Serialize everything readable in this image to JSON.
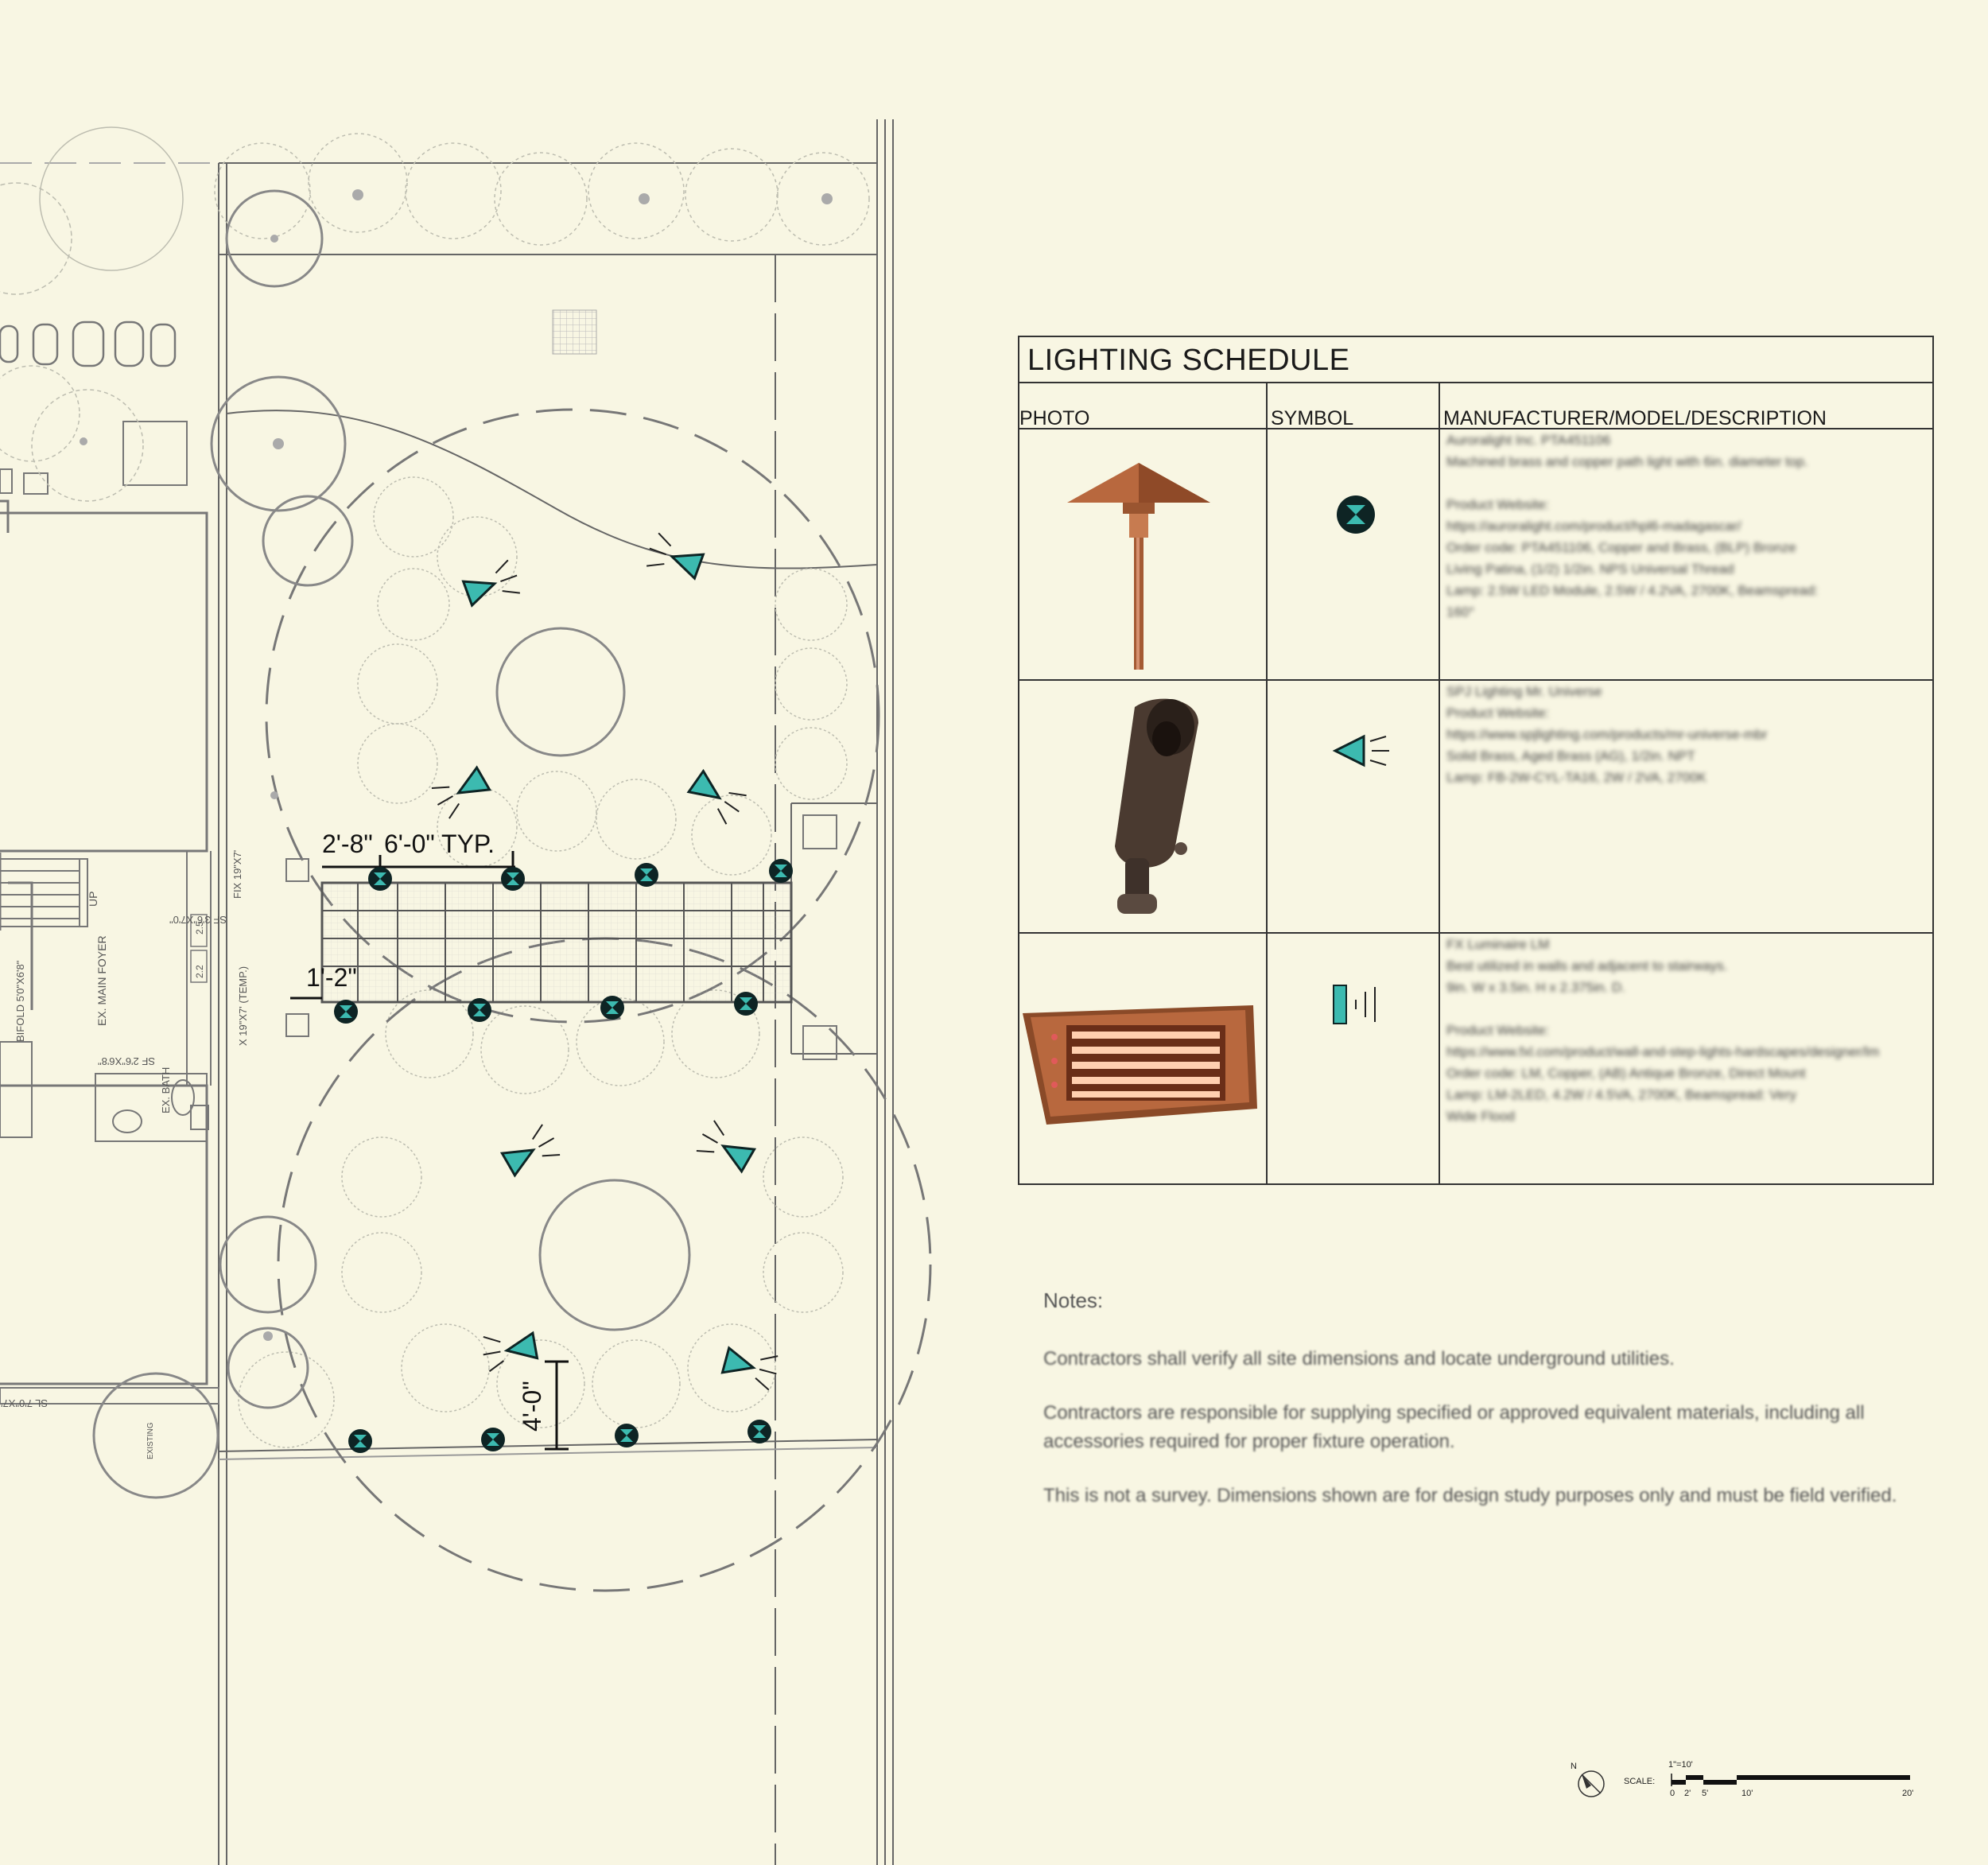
{
  "plan": {
    "dimensions": {
      "d1": "2'-8\"",
      "d2": "6'-0\" TYP.",
      "d3": "1'-2\"",
      "d4": "4'-0\""
    },
    "labels": {
      "up": "UP",
      "main_foyer": "EX. MAIN FOYER",
      "bifold": "BIFOLD 5'0\"X6'8\"",
      "fix": "FIX 19\"X7'",
      "sf1": "SF 3'6\"X7'0\"",
      "sf2": "SF 2'6\"X6'8\"",
      "temp": "X 19\"X7' (TEMP.)",
      "ex_bath": "EX. BATH",
      "sl": "SL 7'0\"X7'",
      "existing": "EXISTING",
      "n22": "2.2",
      "n25": "2.5"
    }
  },
  "schedule": {
    "title": "LIGHTING SCHEDULE",
    "headers": {
      "photo": "PHOTO",
      "symbol": "SYMBOL",
      "desc": "MANUFACTURER/MODEL/DESCRIPTION"
    },
    "rows": [
      {
        "photo_icon": "copper-path-light-icon",
        "symbol_icon": "path-light-symbol-icon",
        "description": "Auroralight Inc. PTA451106\nMachined brass and copper path light with 6in. diameter top.\n\nProduct Website:\nhttps://auroralight.com/product/hpl6-madagascar/\nOrder code: PTA451106, Copper and Brass, (BLP) Bronze\nLiving Patina, (1/2) 1/2in. NPS Universal Thread\nLamp: 2.5W LED Module, 2.5W / 4.2VA, 2700K, Beamspread:\n160°"
      },
      {
        "photo_icon": "bronze-spotlight-icon",
        "symbol_icon": "spotlight-symbol-icon",
        "description": "SPJ Lighting Mr. Universe\nProduct Website:\nhttps://www.spjlighting.com/products/mr-universe-mbr\nSolid Brass, Aged Brass (AG), 1/2in. NPT\nLamp: FB-2W-CYL-TA16, 2W / 2VA, 2700K"
      },
      {
        "photo_icon": "copper-step-light-icon",
        "symbol_icon": "step-light-symbol-icon",
        "description": "FX Luminaire LM\nBest utilized in walls and adjacent to stairways.\n9in. W x 3.5in. H x 2.375in. D.\n\nProduct Website:\nhttps://www.fxl.com/product/wall-and-step-lights-hardscapes/designer/lm\nOrder code: LM, Copper, (AB) Antique Bronze, Direct Mount\nLamp: LM-2LED, 4.2W / 4.5VA, 2700K, Beamspread: Very\nWide Flood"
      }
    ]
  },
  "notes": {
    "title": "Notes:",
    "items": [
      "Contractors shall verify all site dimensions and locate underground utilities.",
      "Contractors are responsible for supplying specified or approved equivalent materials, including all accessories required for proper fixture operation.",
      "This is not a survey. Dimensions shown are for design study purposes only and must be field verified."
    ]
  },
  "scale": {
    "north": "N",
    "label": "SCALE:",
    "ratio": "1\"=10'",
    "ticks": [
      "0",
      "2'",
      "5'",
      "10'",
      "20'"
    ]
  },
  "colors": {
    "background": "#f8f6e3",
    "fixture_fill": "#3cbab0",
    "fixture_dark": "#0e2424",
    "copper": "#b8683e",
    "bronze": "#4a3a30"
  }
}
